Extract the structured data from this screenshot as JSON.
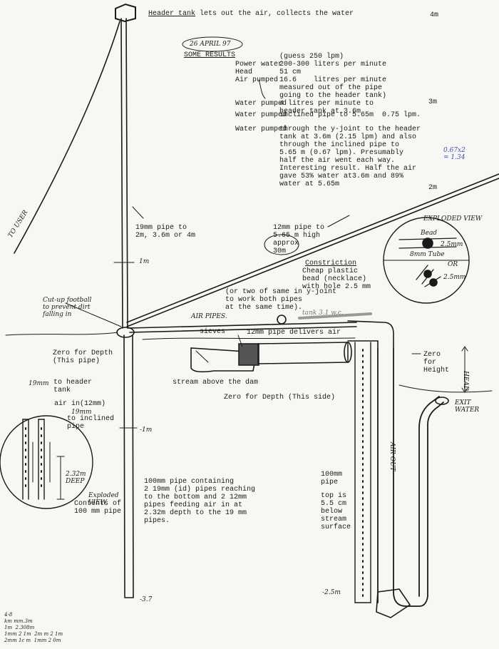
{
  "header": {
    "title": "Header tank",
    "title_rest": " lets out the air, collects the water",
    "marker_4m": "4m",
    "marker_3m": "3m",
    "marker_2m": "2m"
  },
  "results": {
    "date": "26 APRIL 97",
    "heading": "SOME RESULTS",
    "rows": [
      {
        "label": "",
        "value": "(guess 250 lpm)"
      },
      {
        "label": "Power water",
        "value": "200-300 liters per minute"
      },
      {
        "label": "Head",
        "value": "51 cm"
      },
      {
        "label": "Air pumped",
        "value": "16.6    litres per minute\nmeasured out of the pipe\ngoing to the header tank)"
      },
      {
        "label": "Water pumped",
        "value": "4 litres per minute to\nheader tank at 3.6m"
      },
      {
        "label": "Water pumped",
        "value": "inclined pipe to 5.65m  0.75 lpm."
      },
      {
        "label": "Water pumped",
        "value": "through the y-joint to the header\ntank at 3.6m (2.15 lpm) and also\nthrough the inclined pipe to\n5.65 m (0.67 lpm). Presumably\nhalf the air went each way.\nInteresting result. Half the air\ngave 53% water at3.6m and 89%\nwater at 5.65m"
      }
    ],
    "blue_note": "0.67x2\n= 1.34"
  },
  "labels": {
    "to_user": "TO USER",
    "pipe19": "19mm pipe to\n2m, 3.6m or 4m",
    "pipe12": "12mm pipe to\n5.65 m high\napprox\n30m",
    "constriction_title": "Constriction",
    "constriction_text": "Cheap plastic\nbead (necklace)\nwith hole 2.5 mm",
    "constriction_note": "(or two of same in y-joint\nto work both pipes\nat the same time).",
    "one_m_upper": "1m",
    "football": "Cut-up football\nto prevent dirt\nfalling in",
    "air_pipes": "AIR PIPES.",
    "sieves": "sieves",
    "pipe12_delivers": "12mm pipe delivers air",
    "zero_depth_pipe": "Zero for Depth\n(This pipe)",
    "stream_above": "stream above the dam",
    "zero_depth_side": "Zero for Depth (This side)",
    "zero_height": "Zero\nfor\nHeight",
    "head": "HEAD",
    "exit_water": "EXIT\nWATER",
    "air_out": "AIR OUT",
    "minus_1m": "-1m",
    "to_header_tank_mm": "19mm",
    "to_header_tank": "to header\ntank",
    "air_in": "air in(12mm)",
    "inclined_mm": "19mm",
    "to_inclined": "to inclined\npipe",
    "depth_232": "2.32m\nDEEP",
    "exploded_view_small": "Exploded\nVIEW",
    "contents": "Contents of\n100 mm pipe",
    "pipe100_desc": "100mm pipe containing\n2 19mm (id) pipes reaching\nto the bottom and 2 12mm\npipes feeding air in at\n2.32m depth to the 19 mm\npipes.",
    "pipe100_right": "100mm\npipe",
    "top_is": "top is\n5.5 cm\nbelow\nstream\nsurface",
    "minus_37": "-3.7",
    "minus_25": "-2.5m",
    "exploded_view": "EXPLODED VIEW",
    "bead": "Bead",
    "mm25_a": "2.5mm",
    "tube8": "8mm Tube",
    "or": "OR",
    "mm25_b": "2.5mm",
    "mark_tank": "tank 3.1 w.c.",
    "corner_notes": "4-8\nkm mm.3m\n1m  2.308m\n1mm 2 1m  2m m 2 1m\n2mm 1c m  1mm 2 0m"
  }
}
